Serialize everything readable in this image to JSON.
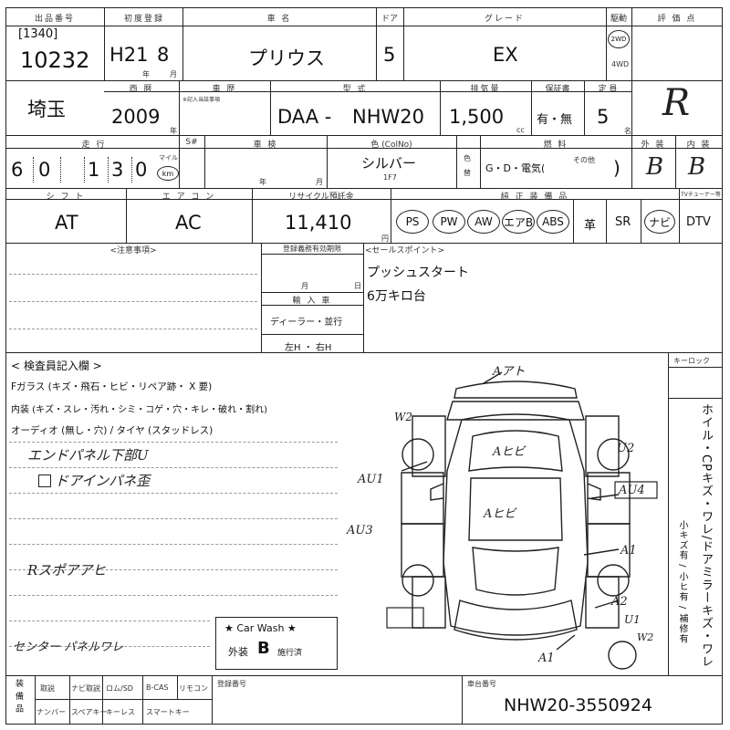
{
  "header": {
    "lot_label": "出品番号",
    "lot_sub": "[1340]",
    "lot_no": "10232",
    "reg_label": "初度登録",
    "reg_era": "H21",
    "reg_month": "8",
    "reg_year_unit": "年",
    "reg_month_unit": "月",
    "name_label": "車 名",
    "car_name": "プリウス",
    "door_label": "ドア",
    "doors": "5",
    "grade_label": "グレード",
    "grade": "EX",
    "drive_label": "駆動",
    "drive_2wd": "2WD",
    "drive_4wd": "4WD",
    "score_label": "評 価 点",
    "score": "R"
  },
  "row2": {
    "region": "埼玉",
    "year_label": "西 暦",
    "year": "2009",
    "year_unit": "年",
    "design_label": "車 歴",
    "design_sub": "※記入当該事項",
    "model_label": "型 式",
    "model_prefix": "DAA -",
    "model": "NHW20",
    "cc_label": "排気量",
    "cc": "1,500",
    "cc_unit": "cc",
    "warranty_label": "保証書",
    "warranty": "有・無",
    "capacity_label": "定 員",
    "capacity": "5",
    "capacity_unit": "名"
  },
  "row3": {
    "mileage_label": "走 行",
    "mileage": [
      "6",
      "0",
      "1",
      "3",
      "0"
    ],
    "mileage_unit_top": "マイル",
    "mileage_unit": "km",
    "chk_label": "S#",
    "inspect_label": "車 検",
    "inspect_year": "年",
    "inspect_month": "月",
    "color_label": "色 (ColNo)",
    "color": "シルバー",
    "color_no": "1F7",
    "color_change": "色 替",
    "fuel_label": "燃 料",
    "fuel": "G・D・電気(",
    "fuel_other": "その他",
    "fuel_close": ")",
    "ext_label": "外 装",
    "int_label": "内 装",
    "ext_score": "B",
    "int_score": "B"
  },
  "row4": {
    "shift_label": "シ フ ト",
    "shift": "AT",
    "ac_label": "エ ア コ ン",
    "ac": "AC",
    "recycle_label": "リサイクル預託金",
    "recycle": "11,410",
    "recycle_unit": "円",
    "equip_label": "純 正 装 備 品",
    "tuner_label": "TVチューナー等",
    "equip": [
      "PS",
      "PW",
      "AW",
      "エアB",
      "ABS"
    ],
    "leather": "革",
    "sr": "SR",
    "navi": "ナビ",
    "dtv": "DTV"
  },
  "notes": {
    "caution_label": "<注意事項>",
    "reg_label": "登録義務有効期限",
    "reg_month": "月",
    "reg_day": "日",
    "import_label": "輸 入 車",
    "import": "ディーラー・並行",
    "handle": "左H ・ 右H",
    "sales_label": "<セールスポイント>",
    "sales": [
      "プッシュスタート",
      "6万キロ台"
    ]
  },
  "inspect": {
    "title": "< 検査員記入欄 >",
    "glass": "Fガラス (キズ・飛石・ヒビ・リペア跡・ X 要)",
    "interior": "内装 (キズ・スレ・汚れ・シミ・コゲ・穴・キレ・破れ・割れ)",
    "audio": "オーディオ (無し・穴) / タイヤ (スタッドレス)",
    "keyless": "キーロック",
    "hand_notes": [
      "エンドパネル下部U",
      "ドアインパネ歪",
      "Rスポアアヒ",
      "センター パネルワレ"
    ],
    "carwash_title": "★ Car Wash ★",
    "carwash_pre": "外装",
    "carwash_grade": "B",
    "carwash_post": "施行済",
    "side_text": "ホイル・CPキズ・ワレ/ドアミラーキズ・ワレ",
    "side_sub": "小キズ有 / 小ヒ有 / 補修有"
  },
  "diagram": {
    "marks": [
      "Aアト",
      "W2",
      "Aヒビ",
      "U2",
      "AU1",
      "AU4",
      "Aヒビ",
      "AU3",
      "A1",
      "A2",
      "U1",
      "W2",
      "A1"
    ]
  },
  "footer": {
    "label": "装 備 品",
    "row1": [
      "取説",
      "ナビ取説",
      "ロム/SD",
      "B-CAS",
      "リモコン"
    ],
    "row2": [
      "ナンバー",
      "スペアキー",
      "キーレス",
      "スマートキー"
    ],
    "dealer_label": "登録番号",
    "vin_label": "車台番号",
    "vin": "NHW20-3550924"
  }
}
